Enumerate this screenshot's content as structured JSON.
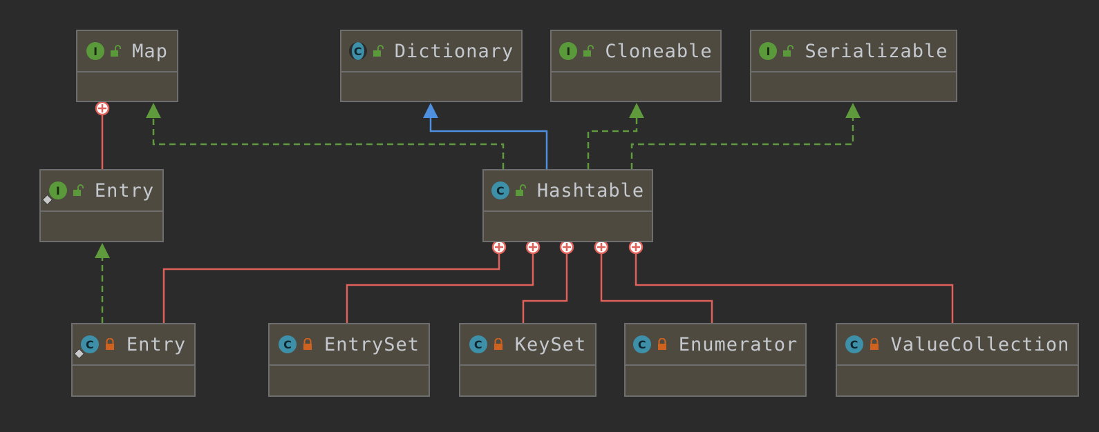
{
  "diagram": {
    "nodes": [
      {
        "id": "map",
        "name": "Map",
        "kind": "interface",
        "kind_letter": "I",
        "access": "public",
        "static": false
      },
      {
        "id": "dictionary",
        "name": "Dictionary",
        "kind": "abstract",
        "kind_letter": "C",
        "access": "public",
        "static": false
      },
      {
        "id": "cloneable",
        "name": "Cloneable",
        "kind": "interface",
        "kind_letter": "I",
        "access": "public",
        "static": false
      },
      {
        "id": "serializable",
        "name": "Serializable",
        "kind": "interface",
        "kind_letter": "I",
        "access": "public",
        "static": false
      },
      {
        "id": "map-entry",
        "name": "Entry",
        "kind": "interface",
        "kind_letter": "I",
        "access": "public",
        "static": true
      },
      {
        "id": "hashtable",
        "name": "Hashtable",
        "kind": "class",
        "kind_letter": "C",
        "access": "public",
        "static": false
      },
      {
        "id": "hashtable-entry",
        "name": "Entry",
        "kind": "class",
        "kind_letter": "C",
        "access": "private",
        "static": true
      },
      {
        "id": "entryset",
        "name": "EntrySet",
        "kind": "class",
        "kind_letter": "C",
        "access": "private",
        "static": false
      },
      {
        "id": "keyset",
        "name": "KeySet",
        "kind": "class",
        "kind_letter": "C",
        "access": "private",
        "static": false
      },
      {
        "id": "enumerator",
        "name": "Enumerator",
        "kind": "class",
        "kind_letter": "C",
        "access": "private",
        "static": false
      },
      {
        "id": "valuecollection",
        "name": "ValueCollection",
        "kind": "class",
        "kind_letter": "C",
        "access": "private",
        "static": false
      }
    ],
    "edges": [
      {
        "from": "hashtable",
        "to": "dictionary",
        "type": "extends"
      },
      {
        "from": "hashtable",
        "to": "map",
        "type": "implements"
      },
      {
        "from": "hashtable",
        "to": "cloneable",
        "type": "implements"
      },
      {
        "from": "hashtable",
        "to": "serializable",
        "type": "implements"
      },
      {
        "from": "hashtable-entry",
        "to": "map-entry",
        "type": "implements"
      },
      {
        "from": "map-entry",
        "to": "map",
        "type": "inner"
      },
      {
        "from": "hashtable-entry",
        "to": "hashtable",
        "type": "inner"
      },
      {
        "from": "entryset",
        "to": "hashtable",
        "type": "inner"
      },
      {
        "from": "keyset",
        "to": "hashtable",
        "type": "inner"
      },
      {
        "from": "enumerator",
        "to": "hashtable",
        "type": "inner"
      },
      {
        "from": "valuecollection",
        "to": "hashtable",
        "type": "inner"
      }
    ]
  },
  "colors": {
    "background": "#2b2b2b",
    "node_fill": "#4e4a3f",
    "node_border": "#6e6e6e",
    "text": "#c5c9cf",
    "interface_badge": "#5a9a3a",
    "class_badge": "#3e8fa8",
    "public_lock": "#5a9a3a",
    "private_lock": "#d0621f",
    "extends_edge": "#4f8fe0",
    "implements_edge": "#5f9a3c",
    "inner_edge": "#e0605a"
  }
}
